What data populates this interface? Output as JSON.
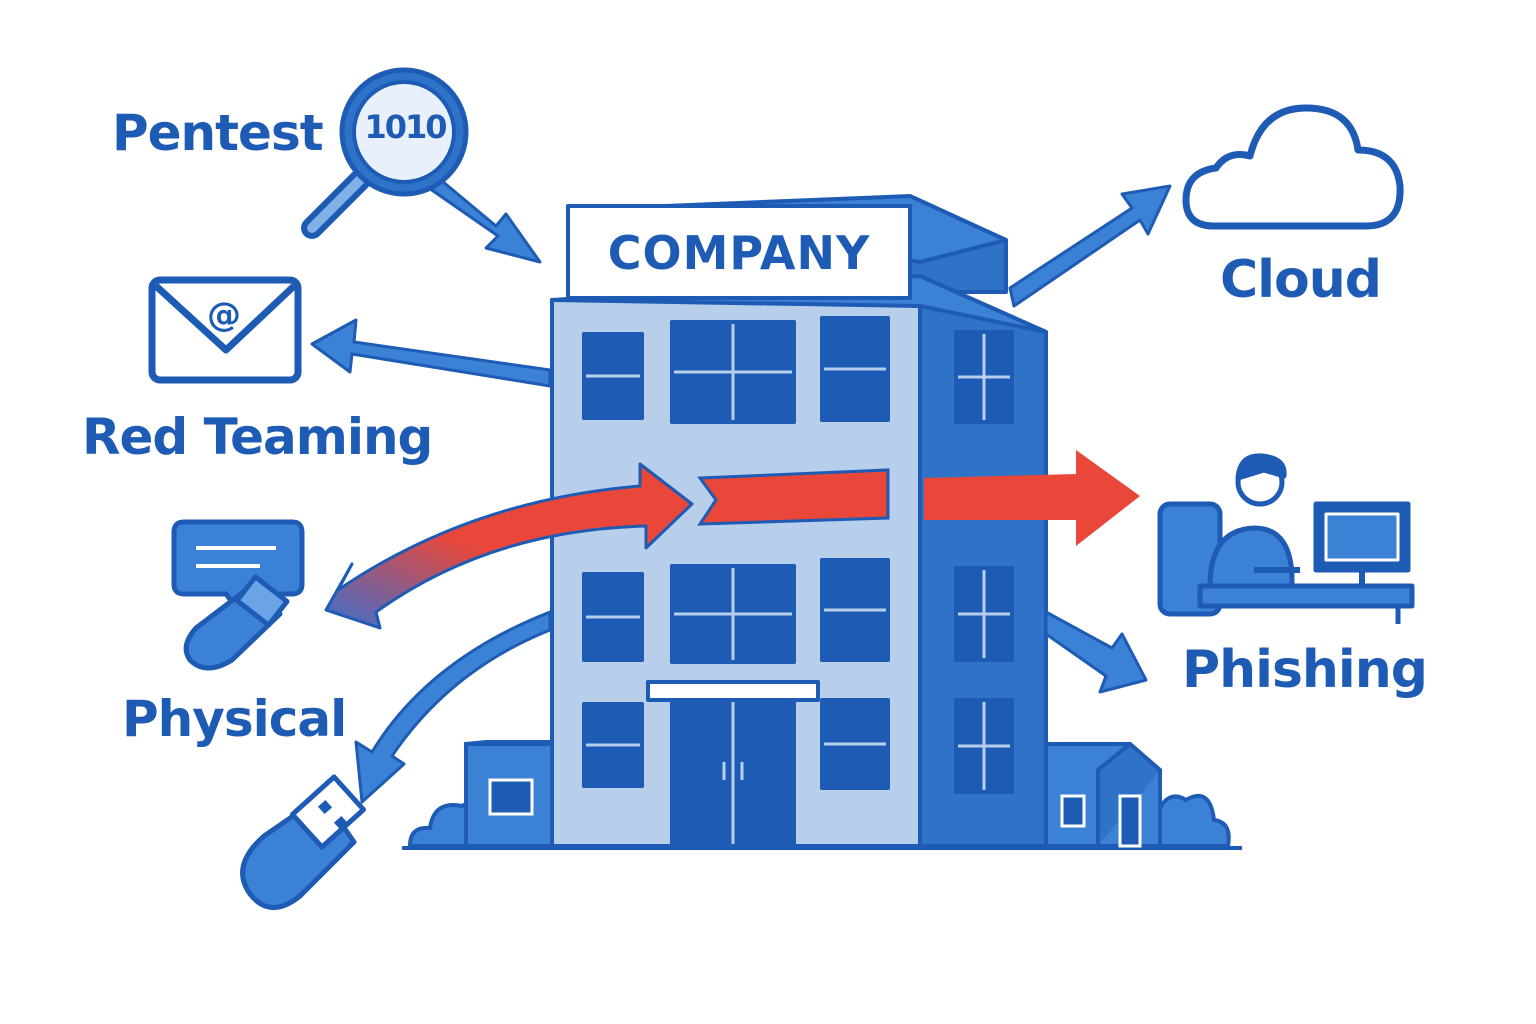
{
  "labels": {
    "company": "COMPANY",
    "pentest": "Pentest",
    "pentest_icon_text": "1010",
    "red_teaming": "Red Teaming",
    "physical": "Physical",
    "cloud": "Cloud",
    "phishing": "Phishing"
  },
  "colors": {
    "primary_blue": "#1e5bb5",
    "light_blue": "#b8cfec",
    "mid_blue": "#3b82d6",
    "attack_red": "#e8473a",
    "background": "#ffffff"
  },
  "icons": [
    "magnifier-icon",
    "envelope-icon",
    "message-card-icon",
    "usb-drive-icon",
    "cloud-icon",
    "person-at-computer-icon",
    "company-building-icon"
  ]
}
